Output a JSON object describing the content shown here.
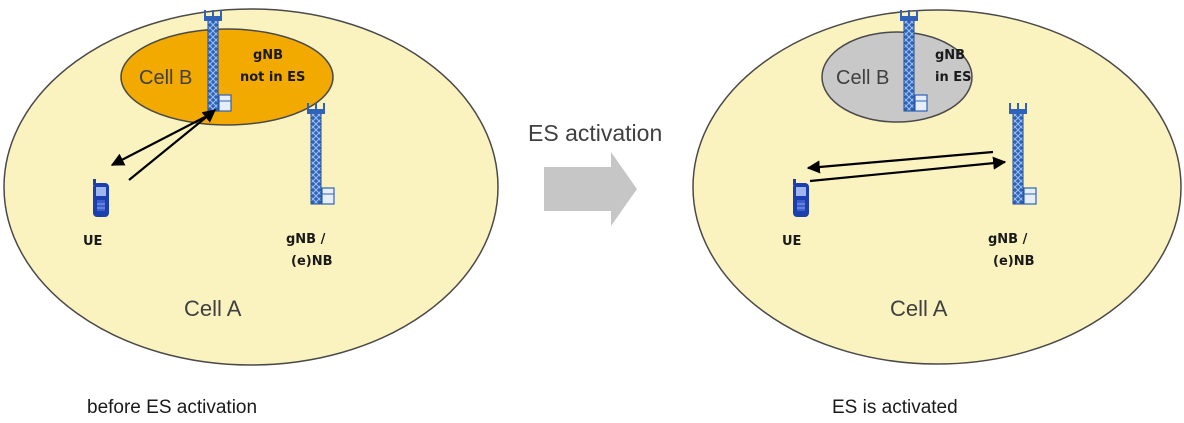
{
  "left": {
    "cell_a_label": "Cell A",
    "cell_b_label": "Cell B",
    "gnb_line1": "gNB",
    "gnb_line2": "not in ES",
    "ue_label": "UE",
    "gnb2_line1": "gNB /",
    "gnb2_line2": "(e)NB",
    "caption": "before ES activation"
  },
  "right": {
    "cell_a_label": "Cell A",
    "cell_b_label": "Cell B",
    "gnb_line1": "gNB",
    "gnb_line2": "in ES",
    "ue_label": "UE",
    "gnb2_line1": "gNB /",
    "gnb2_line2": "(e)NB",
    "caption": "ES is activated"
  },
  "transition": {
    "label": "ES activation"
  },
  "colors": {
    "cell_a_fill": "#fbf3bf",
    "cell_b_active_fill": "#f2a900",
    "cell_b_es_fill": "#c8c8c8",
    "tower_blue": "#2f62b8",
    "ue_blue": "#1c3fb0",
    "arrow_grey": "#c6c6c6"
  },
  "icons": [
    "cell-tower-icon",
    "mobile-phone-icon",
    "right-arrow-icon"
  ]
}
